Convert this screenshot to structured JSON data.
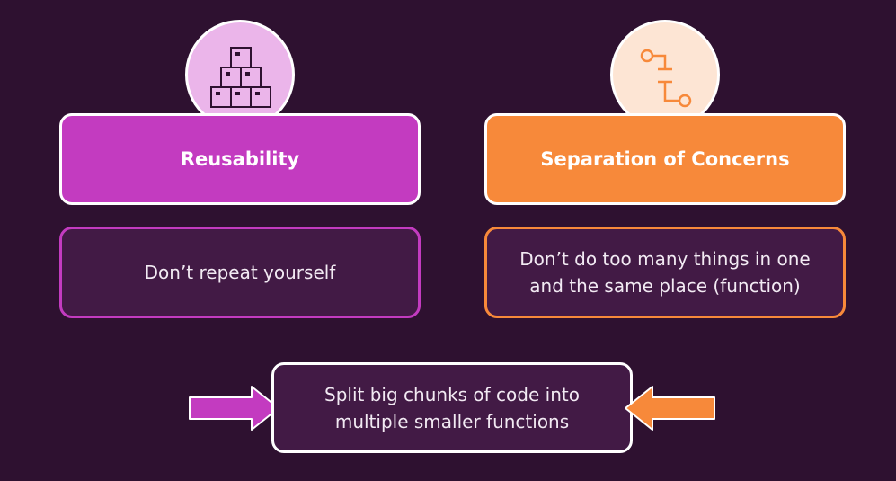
{
  "left_concept": {
    "title": "Reusability",
    "description": "Don’t repeat yourself",
    "icon": "stacked-boxes-icon",
    "color": "#c33bc0"
  },
  "right_concept": {
    "title": "Separation of Concerns",
    "description": "Don’t do too many things in one\nand the same place (function)",
    "icon": "flow-connector-icon",
    "color": "#f7893a"
  },
  "conclusion": {
    "text": "Split big chunks of code into\nmultiple smaller functions"
  },
  "colors": {
    "background": "#2e1130",
    "box_fill": "#421a45",
    "border": "#ffffff"
  }
}
